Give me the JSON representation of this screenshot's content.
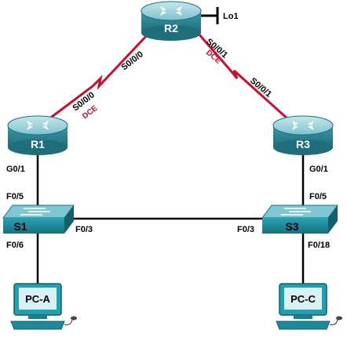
{
  "routers": {
    "r2": {
      "name": "R2"
    },
    "r1": {
      "name": "R1"
    },
    "r3": {
      "name": "R3"
    }
  },
  "switches": {
    "s1": {
      "name": "S1"
    },
    "s3": {
      "name": "S3"
    }
  },
  "pcs": {
    "pca": {
      "name": "PC-A"
    },
    "pcc": {
      "name": "PC-C"
    }
  },
  "loopback": {
    "label": "Lo1"
  },
  "interfaces": {
    "r1_serial": "S0/0/0",
    "r2_serial_left": "S0/0/0",
    "r2_serial_right": "S0/0/1",
    "r3_serial": "S0/0/1",
    "r1_g": "G0/1",
    "r3_g": "G0/1",
    "s1_up": "F0/5",
    "s1_trunk": "F0/3",
    "s1_pc": "F0/6",
    "s3_up": "F0/5",
    "s3_trunk": "F0/3",
    "s3_pc": "F0/18"
  },
  "dce": {
    "left": "DCE",
    "right": "DCE"
  },
  "colors": {
    "serial_link": "#c8102e",
    "ethernet_link": "#000000",
    "router_body": "#2e8a9a",
    "router_top": "#9fd4dc",
    "switch_body": "#1f8da0",
    "pc_monitor": "#20a0b0"
  }
}
